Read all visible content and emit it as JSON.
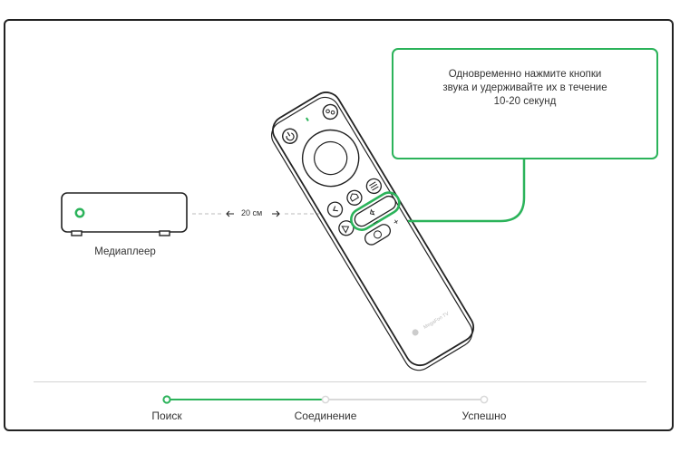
{
  "instruction": {
    "line1": "Одновременно нажмите кнопки",
    "line2": "звука и удерживайте их в течение",
    "line3": "10-20 секунд"
  },
  "device": {
    "label": "Медиаплеер"
  },
  "distance": {
    "label": "20 см"
  },
  "remote": {
    "volume_minus": "–",
    "volume_plus": "+",
    "brand": "MegaFon TV"
  },
  "steps": [
    {
      "label": "Поиск",
      "state": "active"
    },
    {
      "label": "Соединение",
      "state": "pending"
    },
    {
      "label": "Успешно",
      "state": "pending"
    }
  ],
  "progress": {
    "fraction": 0.5
  },
  "colors": {
    "accent": "#2bb35a",
    "outline": "#222222",
    "inactive": "#d9d9d9"
  }
}
